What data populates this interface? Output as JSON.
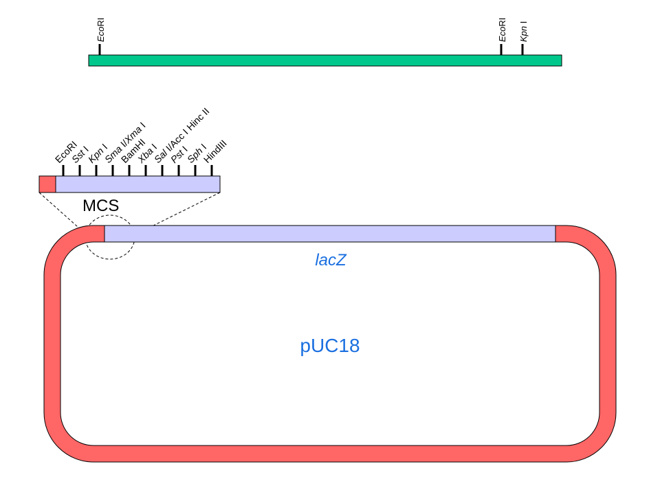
{
  "insert_fragment": {
    "sites": [
      {
        "name": "EcoRI",
        "italic_part": "Eco",
        "roman_part": "RI"
      },
      {
        "name": "EcoRI",
        "italic_part": "Eco",
        "roman_part": "RI"
      },
      {
        "name": "Kpn I",
        "italic_part": "Kpn",
        "roman_part": " I"
      }
    ],
    "color": "#00c88c"
  },
  "mcs": {
    "label": "MCS",
    "sites": [
      {
        "name": "EcoRI",
        "italic_part": "",
        "roman_part": "EcoRI"
      },
      {
        "name": "Sst I",
        "italic_part": "Sst",
        "roman_part": " I"
      },
      {
        "name": "Kpn I",
        "italic_part": "Kpn",
        "roman_part": " I"
      },
      {
        "name": "Sma I/Xma I",
        "italic_part": "Sma",
        "roman_part": " I/",
        "italic_part2": "Xma",
        "roman_part2": " I"
      },
      {
        "name": "BamHI",
        "italic_part": "",
        "roman_part": "BamHI"
      },
      {
        "name": "Xba I",
        "italic_part": "Xba",
        "roman_part": " I"
      },
      {
        "name": "Sal I/Acc I Hinc II",
        "italic_part": "Sal",
        "roman_part": " I/Acc I Hinc II"
      },
      {
        "name": "Pst I",
        "italic_part": "Pst",
        "roman_part": " I"
      },
      {
        "name": "Sph I",
        "italic_part": "Sph",
        "roman_part": " I"
      },
      {
        "name": "HindIII",
        "italic_part": "",
        "roman_part": "HindIII"
      }
    ],
    "color": "#ccccff",
    "end_color": "#ff6666"
  },
  "plasmid": {
    "name": "pUC18",
    "gene_label": "lacZ",
    "color": "#ff6666",
    "gene_color": "#ccccff",
    "label_color": "#1a6fe0"
  }
}
